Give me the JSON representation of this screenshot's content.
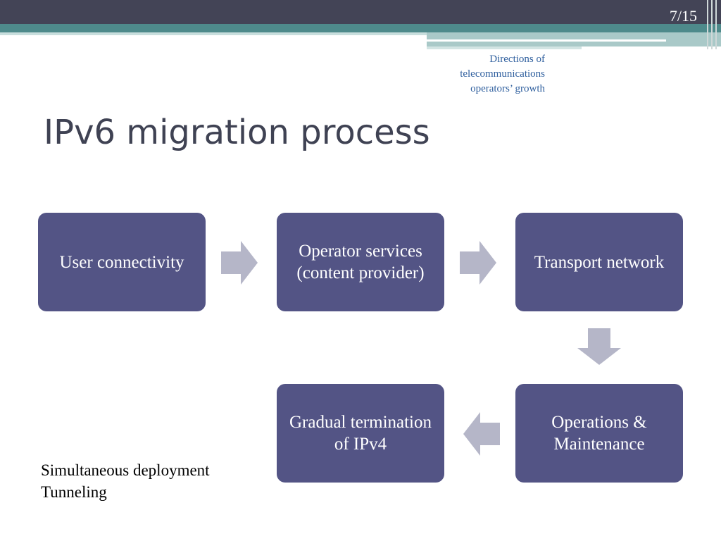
{
  "slide_number": "7/15",
  "subtitle_lines": [
    "Directions of",
    "telecommunications",
    "operators’ growth"
  ],
  "title": "IPv6 migration process",
  "diagram": {
    "boxes": [
      {
        "label": "User connectivity"
      },
      {
        "label": "Operator services (content provider)"
      },
      {
        "label": "Transport network"
      },
      {
        "label": "Operations & Maintenance"
      },
      {
        "label": "Gradual termination of IPv4"
      }
    ]
  },
  "notes": [
    "Simultaneous deployment",
    "Tunneling"
  ],
  "colors": {
    "box": "#535485",
    "arrow": "#b5b6c8",
    "title": "#3f4253",
    "subtitle": "#2f5f9e",
    "top_bar": "#434456",
    "teal": "#4e8a8b"
  }
}
